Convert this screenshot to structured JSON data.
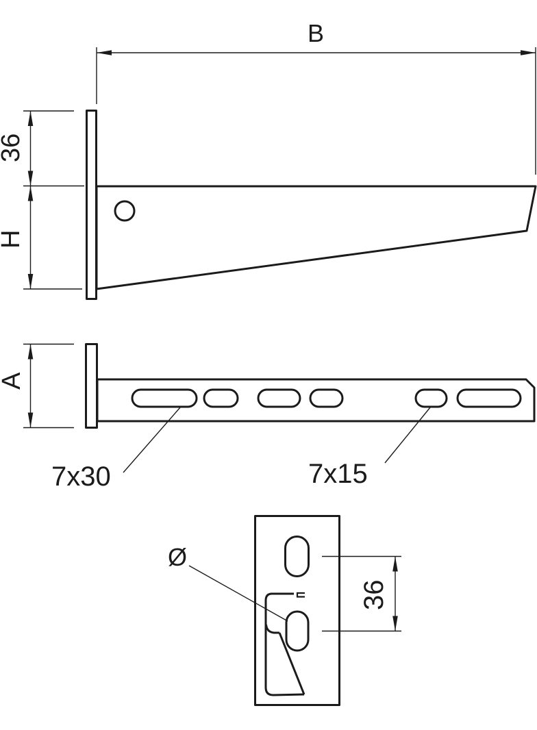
{
  "drawing": {
    "colors": {
      "line": "#1b1b1b",
      "background": "#ffffff"
    },
    "side_view": {
      "width_label": "B",
      "flange_offset_label": "36",
      "height_label": "H"
    },
    "plan_view": {
      "depth_label": "A",
      "long_slot_label": "7x30",
      "short_slot_label": "7x15"
    },
    "end_view": {
      "diameter_label": "Ø",
      "hole_spacing_label": "36"
    }
  }
}
